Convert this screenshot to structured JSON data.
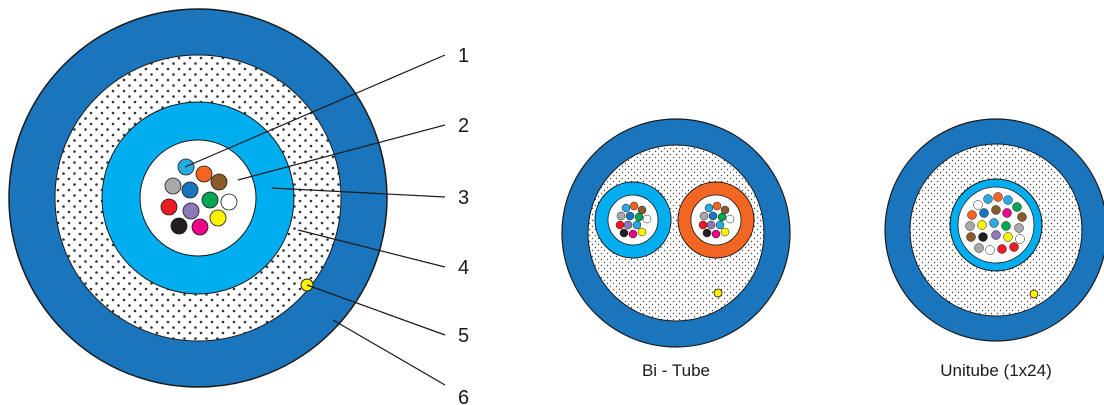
{
  "colors": {
    "jacket": "#1a75bc",
    "jacket_stroke": "#1a1a1a",
    "filler_bg": "#ffffff",
    "filler_dot": "#333333",
    "tube_light_blue": "#00aeef",
    "tube_orange": "#f26522",
    "core_bg": "#ffffff",
    "ripcord": "#fff200",
    "leader_line": "#1a1a1a",
    "label_text": "#1a1a1a"
  },
  "fiber_colors": [
    {
      "name": "blue",
      "hex": "#1a75bc"
    },
    {
      "name": "orange",
      "hex": "#f26522"
    },
    {
      "name": "green",
      "hex": "#00a651"
    },
    {
      "name": "brown",
      "hex": "#8b5a2b"
    },
    {
      "name": "slate",
      "hex": "#a7a9ac"
    },
    {
      "name": "white",
      "hex": "#ffffff"
    },
    {
      "name": "red",
      "hex": "#ed1c24"
    },
    {
      "name": "black",
      "hex": "#231f20"
    },
    {
      "name": "yellow",
      "hex": "#fff200"
    },
    {
      "name": "violet",
      "hex": "#8e79b8"
    },
    {
      "name": "rose",
      "hex": "#ec008c"
    },
    {
      "name": "aqua",
      "hex": "#29abe2"
    }
  ],
  "main_cable": {
    "callouts": [
      {
        "number": "1"
      },
      {
        "number": "2"
      },
      {
        "number": "3"
      },
      {
        "number": "4"
      },
      {
        "number": "5"
      },
      {
        "number": "6"
      }
    ]
  },
  "bi_tube": {
    "caption": "Bi - Tube"
  },
  "unitube": {
    "caption": "Unitube (1x24)"
  }
}
